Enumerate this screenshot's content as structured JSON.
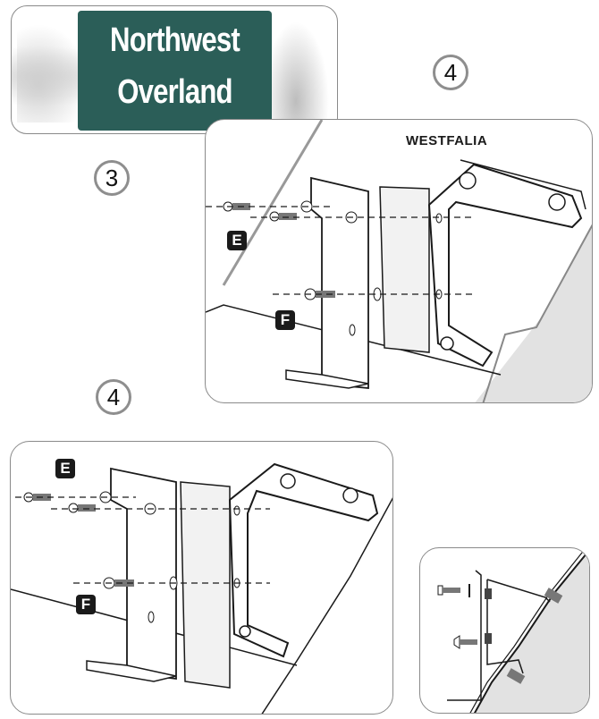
{
  "logo": {
    "line1": "Northwest",
    "line2": "Overland",
    "background": "#2b5e58"
  },
  "steps": {
    "step_3": "3",
    "step_4_top": "4",
    "step_4_mid": "4"
  },
  "panel_top": {
    "brand": "WESTFALIA",
    "label_e": "E",
    "label_f": "F"
  },
  "panel_bottom": {
    "label_e": "E",
    "label_f": "F"
  },
  "panel_side_view": {
    "description": "cross-section-view"
  },
  "colors": {
    "border": "#8a8a8a",
    "line": "#1a1a1a",
    "shade": "#e2e2e2",
    "badge": "#1a1a1a"
  }
}
